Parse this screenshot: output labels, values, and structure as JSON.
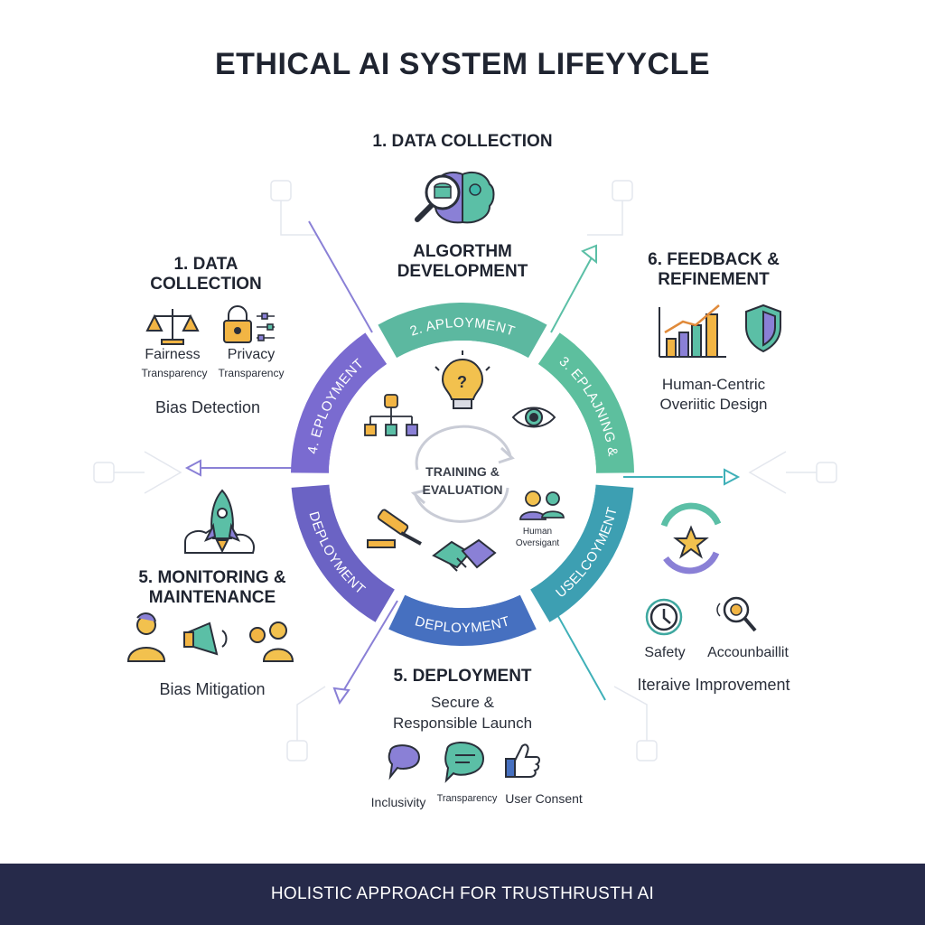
{
  "title": "ETHICAL AI SYSTEM LIFEYYCLE",
  "top": {
    "heading": "1. DATA COLLECTION",
    "sub_heading_line1": "ALGORTHM",
    "sub_heading_line2": "DEVELOPMENT"
  },
  "left_top": {
    "heading_line1": "1. DATA",
    "heading_line2": "COLLECTION",
    "labels": [
      "Fairness",
      "Privacy"
    ],
    "sublabels": [
      "Transparency",
      "Transparency"
    ],
    "caption": "Bias Detection"
  },
  "right_top": {
    "heading_line1": "6. FEEDBACK &",
    "heading_line2": "REFINEMENT",
    "caption_line1": "Human-Centric",
    "caption_line2": "Overiitic Design"
  },
  "left_bottom": {
    "heading_line1": "5. MONITORING &",
    "heading_line2": "MAINTENANCE",
    "caption": "Bias Mitigation"
  },
  "right_bottom": {
    "labels": [
      "Safety",
      "Accounbaillit"
    ],
    "caption": "Iteraive Improvement"
  },
  "bottom": {
    "heading": "5. DEPLOYMENT",
    "caption_line1": "Secure &",
    "caption_line2": "Responsible Launch",
    "labels": [
      "Inclusivity",
      "Transparency",
      "User Consent"
    ]
  },
  "ring": {
    "segments": [
      {
        "label": "2. APLOYMENT",
        "color": "#5cb8a0"
      },
      {
        "label": "3. EPLAJNING &",
        "color": "#5dbf9e"
      },
      {
        "label": "USELCOYMENT",
        "color": "#3d9fb2"
      },
      {
        "label": "DEPLOYMENT",
        "color": "#4670c0"
      },
      {
        "label": "DEPLOYMENT",
        "color": "#6b63c4"
      },
      {
        "label": "4. EPLOYMENT",
        "color": "#7a6bd0"
      }
    ]
  },
  "center": {
    "line1": "TRAINING &",
    "line2": "EVALUATION",
    "human_line1": "Human",
    "human_line2": "Oversigant"
  },
  "footer": "HOLISTIC APPROACH FOR TRUSTHRUSTH AI"
}
